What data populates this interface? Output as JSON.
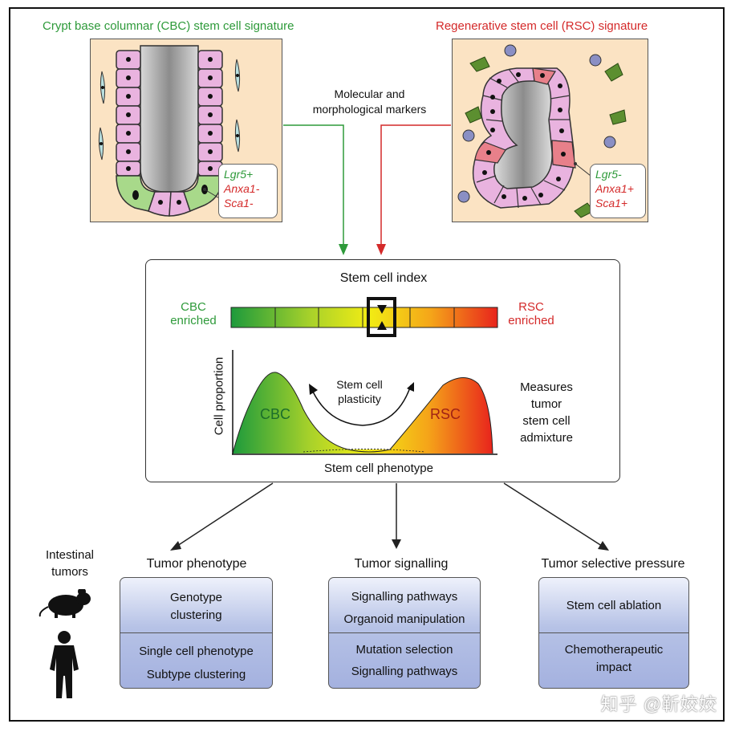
{
  "cbc_panel": {
    "title": "Crypt base columnar (CBC) stem cell signature",
    "markers": [
      "Lgr5+",
      "Anxa1-",
      "Sca1-"
    ],
    "marker_colors": [
      "#2e9a3a",
      "#d42a2a",
      "#d42a2a"
    ]
  },
  "rsc_panel": {
    "title": "Regenerative stem cell (RSC) signature",
    "markers": [
      "Lgr5-",
      "Anxa1+",
      "Sca1+"
    ],
    "marker_colors": [
      "#2e9a3a",
      "#d42a2a",
      "#d42a2a"
    ]
  },
  "center_label": {
    "line1": "Molecular and",
    "line2": "morphological markers"
  },
  "index_panel": {
    "title": "Stem cell index",
    "left_label_1": "CBC",
    "left_label_2": "enriched",
    "right_label_1": "RSC",
    "right_label_2": "enriched",
    "y_axis": "Cell proportion",
    "x_axis": "Stem cell phenotype",
    "cbc_curve": "CBC",
    "rsc_curve": "RSC",
    "plasticity_1": "Stem cell",
    "plasticity_2": "plasticity",
    "measure_1": "Measures",
    "measure_2": "tumor",
    "measure_3": "stem cell",
    "measure_4": "admixture"
  },
  "side_label": {
    "line1": "Intestinal",
    "line2": "tumors"
  },
  "outcomes": [
    {
      "title": "Tumor phenotype",
      "top": [
        "Genotype",
        "clustering"
      ],
      "bottom": [
        "Single cell phenotype",
        "Subtype clustering"
      ]
    },
    {
      "title": "Tumor signalling",
      "top": [
        "Signalling pathways",
        "Organoid manipulation"
      ],
      "bottom": [
        "Mutation selection",
        "Signalling pathways"
      ]
    },
    {
      "title": "Tumor selective pressure",
      "top": [
        "Stem cell ablation"
      ],
      "bottom": [
        "Chemotherapeutic",
        "impact"
      ]
    }
  ],
  "colors": {
    "green": "#2e9a3a",
    "red": "#d42a2a",
    "panel_bg": "#fbe3c3",
    "cell_pink": "#e9b3df",
    "box_blue": "#a4b1df"
  },
  "watermark": "知乎 @靳姣姣"
}
